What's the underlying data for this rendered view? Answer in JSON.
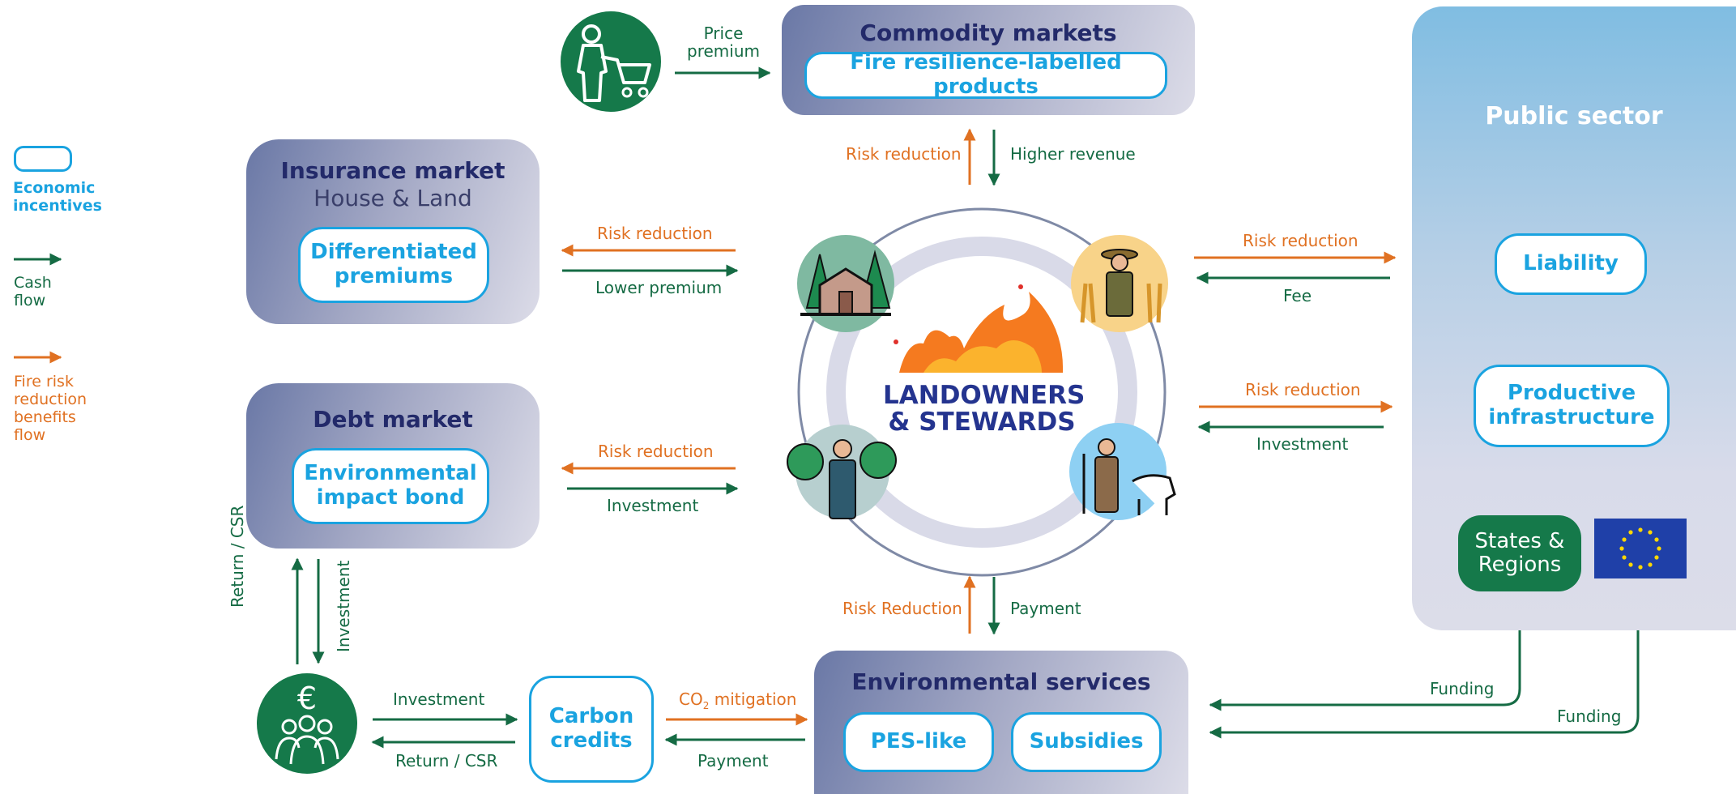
{
  "legend": {
    "economic_incentives": "Economic\nincentives",
    "cash_flow": "Cash\nflow",
    "fire_risk_flow": "Fire risk\nreduction\nbenefits\nflow"
  },
  "colors": {
    "cash_flow": "#156b44",
    "risk_flow": "#e07122",
    "incentive": "#1aa3e0",
    "market_title": "#232a6a"
  },
  "commodity": {
    "title": "Commodity markets",
    "incentive": "Fire resilience-labelled products",
    "price_premium": "Price\npremium",
    "risk_label": "Risk reduction",
    "cash_label": "Higher revenue"
  },
  "insurance": {
    "title": "Insurance market",
    "subtitle": "House & Land",
    "incentive": "Differentiated\npremiums",
    "risk_label": "Risk reduction",
    "cash_label": "Lower premium"
  },
  "debt": {
    "title": "Debt market",
    "incentive": "Environmental\nimpact bond",
    "risk_label": "Risk reduction",
    "cash_label": "Investment",
    "up_label": "Return / CSR",
    "down_label": "Investment"
  },
  "center": {
    "title": "LANDOWNERS\n& STEWARDS"
  },
  "public": {
    "title": "Public sector",
    "liability": "Liability",
    "infrastructure": "Productive\ninfrastructure",
    "states": "States &\nRegions",
    "funding_1": "Funding",
    "funding_2": "Funding",
    "liability_risk": "Risk reduction",
    "liability_cash": "Fee",
    "infra_risk": "Risk reduction",
    "infra_cash": "Investment"
  },
  "environmental": {
    "title": "Environmental services",
    "pes": "PES-like",
    "subsidies": "Subsidies",
    "risk_label": "Risk Reduction",
    "cash_label": "Payment"
  },
  "carbon": {
    "incentive": "Carbon\ncredits",
    "investment": "Investment",
    "return": "Return / CSR",
    "co2_prefix": "CO",
    "co2_sub": "2",
    "co2_suffix": " mitigation",
    "payment": "Payment"
  },
  "icons": [
    "shopper-cart-icon",
    "forest-house-icon",
    "farmer-wheat-icon",
    "forest-person-icon",
    "farmer-cow-icon",
    "fire-icon",
    "investors-euro-icon",
    "eu-flag-icon"
  ]
}
